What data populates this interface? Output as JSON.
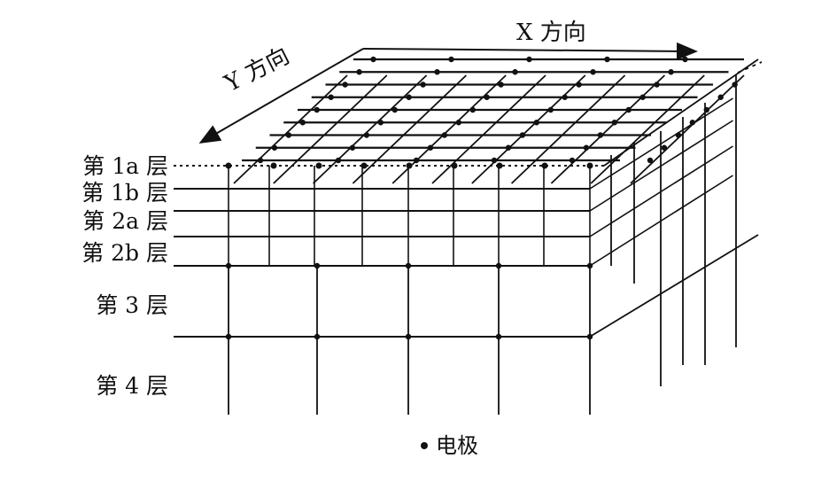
{
  "diagram": {
    "axes": {
      "x_label": "X 方向",
      "y_label": "Y 方向"
    },
    "layers": [
      {
        "id": "1a",
        "label": "第 1a 层"
      },
      {
        "id": "1b",
        "label": "第 1b 层"
      },
      {
        "id": "2a",
        "label": "第 2a 层"
      },
      {
        "id": "2b",
        "label": "第 2b 层"
      },
      {
        "id": "3",
        "label": "第 3 层"
      },
      {
        "id": "4",
        "label": "第 4 层"
      }
    ],
    "legend": {
      "electrode_label": "电极"
    },
    "colors": {
      "line": "#111111",
      "background": "#ffffff"
    }
  }
}
